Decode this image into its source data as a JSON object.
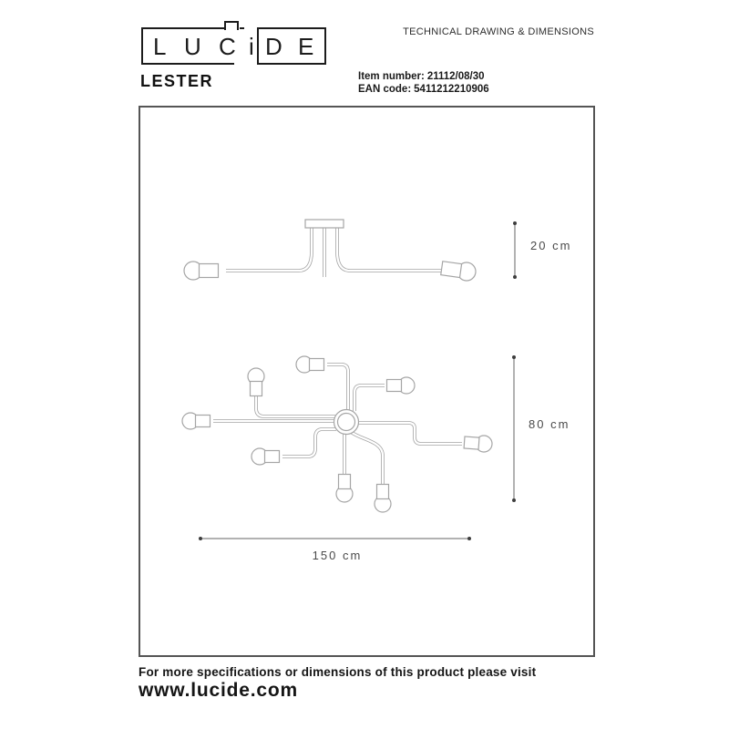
{
  "brand": {
    "logo_letters": [
      "L",
      "U",
      "C",
      "i",
      "D",
      "E"
    ]
  },
  "header": {
    "doc_title": "TECHNICAL DRAWING & DIMENSIONS",
    "product_name": "LESTER",
    "item_number_label": "Item number:",
    "item_number_value": "21112/08/30",
    "ean_label": "EAN code:",
    "ean_value": "5411212210906"
  },
  "diagram": {
    "side_view_height": "20 cm",
    "top_view_depth": "80 cm",
    "overall_width": "150 cm"
  },
  "footer": {
    "note": "For more specifications or dimensions of this product please visit",
    "website": "www.lucide.com"
  },
  "colors": {
    "line_gray": "#a5a5a5",
    "dimension_gray": "#4a4a4a",
    "text_black": "#1a1a1a"
  }
}
